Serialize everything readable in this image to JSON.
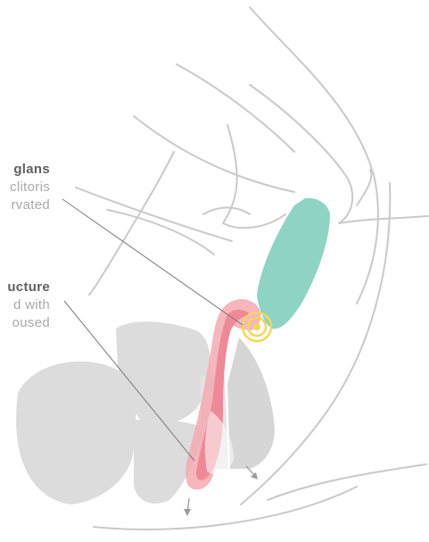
{
  "callouts": [
    {
      "title": "glans",
      "lines": [
        "clitoris",
        "rvated"
      ]
    },
    {
      "title": "ucture",
      "lines": [
        "d with",
        "oused"
      ]
    }
  ],
  "colors": {
    "outline": "#c9c9c9",
    "body_shape": "#dcdcdc",
    "device": "#8fd3c4",
    "tissue": "#f4a9b2",
    "tissue_core": "#ee8a97",
    "vibration_ring": "#f2d75c",
    "leader_line": "#7a7a7a",
    "label_title": "#5f5f5f",
    "label_desc": "#a9a9a9"
  }
}
